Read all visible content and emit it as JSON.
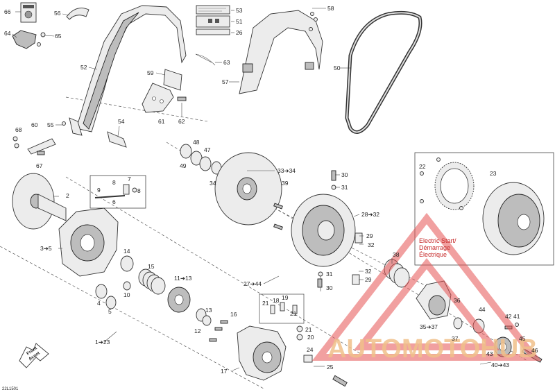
{
  "drawing_id": "22L1501",
  "callouts": [
    {
      "id": "c66",
      "text": "66"
    },
    {
      "id": "c56",
      "text": "56"
    },
    {
      "id": "c64",
      "text": "64"
    },
    {
      "id": "c65",
      "text": "65"
    },
    {
      "id": "c52",
      "text": "52"
    },
    {
      "id": "c53",
      "text": "53"
    },
    {
      "id": "c51",
      "text": "51"
    },
    {
      "id": "c26",
      "text": "26"
    },
    {
      "id": "c63",
      "text": "63"
    },
    {
      "id": "c59",
      "text": "59"
    },
    {
      "id": "c58",
      "text": "58"
    },
    {
      "id": "c50",
      "text": "50"
    },
    {
      "id": "c57",
      "text": "57"
    },
    {
      "id": "c55",
      "text": "55"
    },
    {
      "id": "c61",
      "text": "61"
    },
    {
      "id": "c62",
      "text": "62"
    },
    {
      "id": "c54",
      "text": "54"
    },
    {
      "id": "c68",
      "text": "68"
    },
    {
      "id": "c60",
      "text": "60"
    },
    {
      "id": "c67",
      "text": "67"
    },
    {
      "id": "c48",
      "text": "48"
    },
    {
      "id": "c47",
      "text": "47"
    },
    {
      "id": "c49",
      "text": "49"
    },
    {
      "id": "c34",
      "text": "34"
    },
    {
      "id": "c33",
      "text": "33➔34"
    },
    {
      "id": "c30a",
      "text": "30"
    },
    {
      "id": "c31a",
      "text": "31"
    },
    {
      "id": "c39",
      "text": "39"
    },
    {
      "id": "c22",
      "text": "22"
    },
    {
      "id": "c23",
      "text": "23"
    },
    {
      "id": "c2",
      "text": "2"
    },
    {
      "id": "c9",
      "text": "9"
    },
    {
      "id": "c8a",
      "text": "8"
    },
    {
      "id": "c7",
      "text": "7"
    },
    {
      "id": "c8b",
      "text": "8"
    },
    {
      "id": "c6",
      "text": "6"
    },
    {
      "id": "c28",
      "text": "28➔32"
    },
    {
      "id": "c29a",
      "text": "29"
    },
    {
      "id": "c32a",
      "text": "32"
    },
    {
      "id": "c3",
      "text": "3➔5"
    },
    {
      "id": "c14",
      "text": "14"
    },
    {
      "id": "c38",
      "text": "38"
    },
    {
      "id": "c15",
      "text": "15"
    },
    {
      "id": "c10",
      "text": "10"
    },
    {
      "id": "c31b",
      "text": "31"
    },
    {
      "id": "c32b",
      "text": "32"
    },
    {
      "id": "c29b",
      "text": "29"
    },
    {
      "id": "c27",
      "text": "27➔44"
    },
    {
      "id": "c30b",
      "text": "30"
    },
    {
      "id": "c11",
      "text": "11➔13"
    },
    {
      "id": "c4",
      "text": "4"
    },
    {
      "id": "c5",
      "text": "5"
    },
    {
      "id": "c21a",
      "text": "21"
    },
    {
      "id": "c18",
      "text": "18"
    },
    {
      "id": "c19",
      "text": "19"
    },
    {
      "id": "c21b",
      "text": "21"
    },
    {
      "id": "c13",
      "text": "13"
    },
    {
      "id": "c16",
      "text": "16"
    },
    {
      "id": "c12",
      "text": "12"
    },
    {
      "id": "c36",
      "text": "36"
    },
    {
      "id": "c44",
      "text": "44"
    },
    {
      "id": "c42",
      "text": "42"
    },
    {
      "id": "c41",
      "text": "41"
    },
    {
      "id": "c35",
      "text": "35➔37"
    },
    {
      "id": "c21c",
      "text": "21"
    },
    {
      "id": "c20",
      "text": "20"
    },
    {
      "id": "c37",
      "text": "37"
    },
    {
      "id": "c45",
      "text": "45"
    },
    {
      "id": "c1",
      "text": "1➔23"
    },
    {
      "id": "c24",
      "text": "24"
    },
    {
      "id": "c43",
      "text": "43"
    },
    {
      "id": "c46",
      "text": "46"
    },
    {
      "id": "c25",
      "text": "25"
    },
    {
      "id": "c17",
      "text": "17"
    },
    {
      "id": "c40",
      "text": "40➔43"
    }
  ],
  "warning_label": {
    "line1": "Electric Start/",
    "line2": "Démarrage",
    "line3": "Électrique"
  },
  "front_label": {
    "line1": "Front",
    "line2": "Avant"
  },
  "watermark": {
    "text": "AUTOMOTOHUB",
    "color": "#f0a050",
    "triangle_color": "#e53935"
  }
}
